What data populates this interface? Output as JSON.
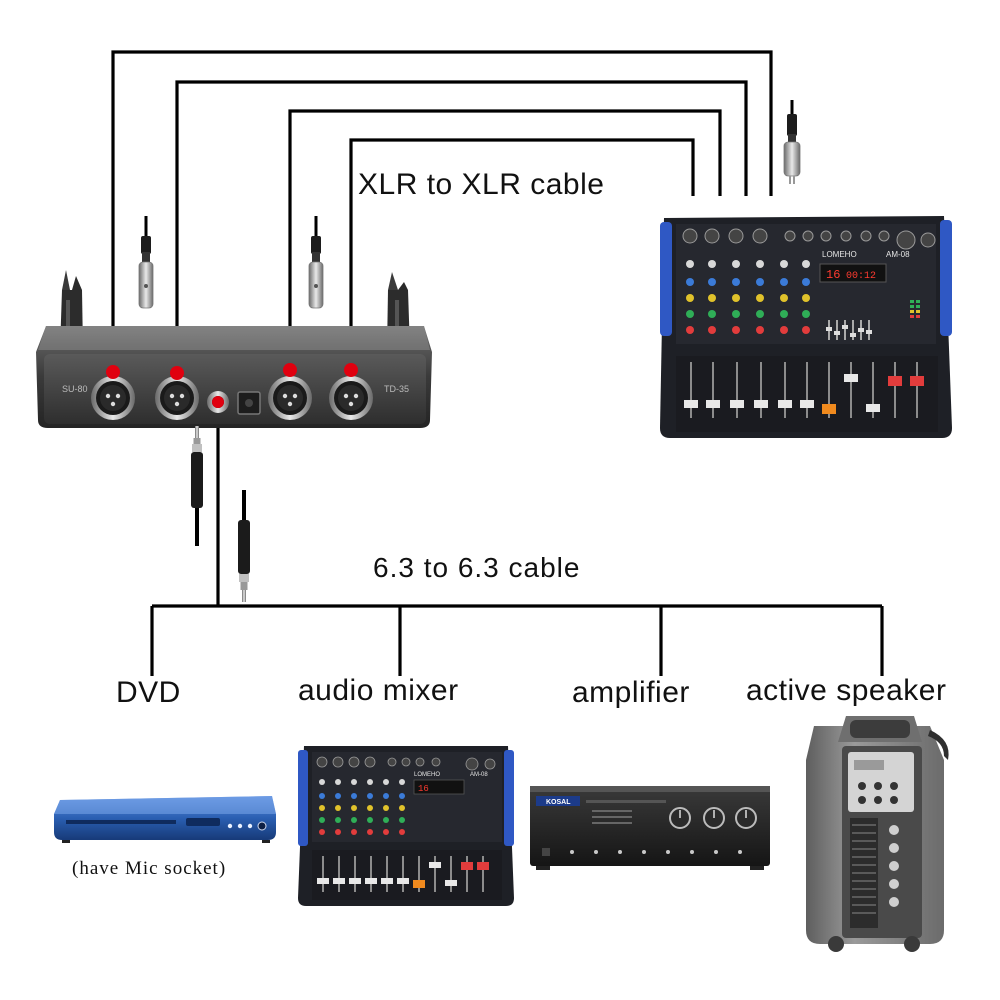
{
  "receiver": {
    "label_left": "SU-80",
    "label_right": "TD-35",
    "xlr_output_count": 4
  },
  "mixer_top": {
    "brand": "LOMEHO",
    "model": "AM-08",
    "display": "16",
    "display_right": "00:12"
  },
  "cables": {
    "xlr_label": "XLR to XLR cable",
    "quarter_inch_label": "6.3 to 6.3 cable"
  },
  "destinations": [
    {
      "label": "DVD",
      "note": "(have Mic socket)"
    },
    {
      "label": "audio mixer"
    },
    {
      "label": "amplifier"
    },
    {
      "label": "active speaker"
    }
  ],
  "mixer_small": {
    "brand": "LOMEHO",
    "model": "AM-08",
    "display": "16"
  },
  "amplifier_device": {
    "brand": "KOSAL"
  },
  "colors": {
    "cable": "#000000",
    "connector_dot": "#e0000f",
    "dvd_body": "#2a5fb2",
    "mixer_body": "#1e2026",
    "mixer_side": "#2f58c4",
    "speaker_body": "#7c7c7c"
  }
}
